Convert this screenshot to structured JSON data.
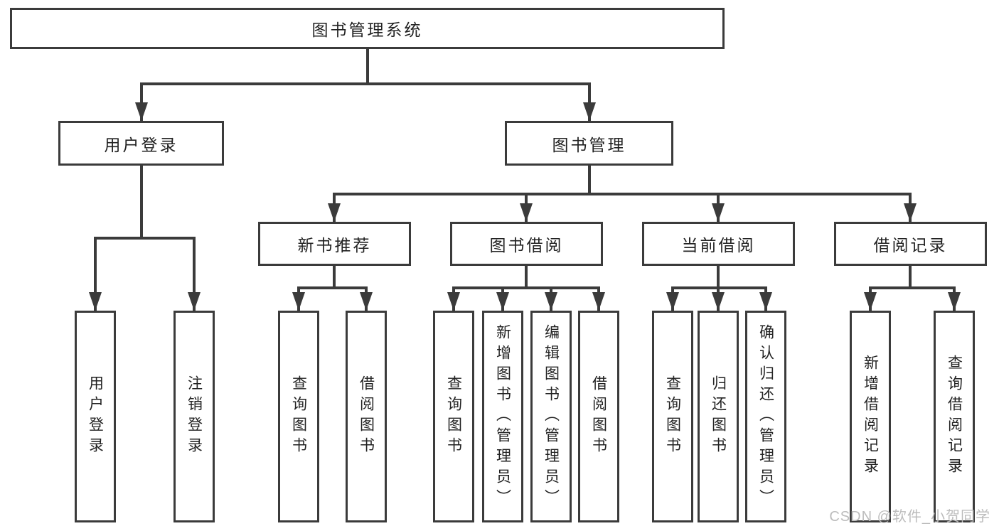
{
  "diagram": {
    "root": {
      "label": "图书管理系统"
    },
    "branches": [
      {
        "label": "用户登录",
        "children": [
          {
            "label": "用户登录"
          },
          {
            "label": "注销登录"
          }
        ]
      },
      {
        "label": "图书管理",
        "children": [
          {
            "label": "新书推荐",
            "children": [
              {
                "label": "查询图书"
              },
              {
                "label": "借阅图书"
              }
            ]
          },
          {
            "label": "图书借阅",
            "children": [
              {
                "label": "查询图书"
              },
              {
                "label": "新增图书（管理员）"
              },
              {
                "label": "编辑图书（管理员）"
              },
              {
                "label": "借阅图书"
              }
            ]
          },
          {
            "label": "当前借阅",
            "children": [
              {
                "label": "查询图书"
              },
              {
                "label": "归还图书"
              },
              {
                "label": "确认归还（管理员）"
              }
            ]
          },
          {
            "label": "借阅记录",
            "children": [
              {
                "label": "新增借阅记录"
              },
              {
                "label": "查询借阅记录"
              }
            ]
          }
        ]
      }
    ]
  },
  "watermark": {
    "text": "CSDN @软件_小贺同学"
  },
  "colors": {
    "line": "#3b3b3b",
    "text": "#222222",
    "watermark": "#bcbcbc",
    "background": "#ffffff"
  }
}
